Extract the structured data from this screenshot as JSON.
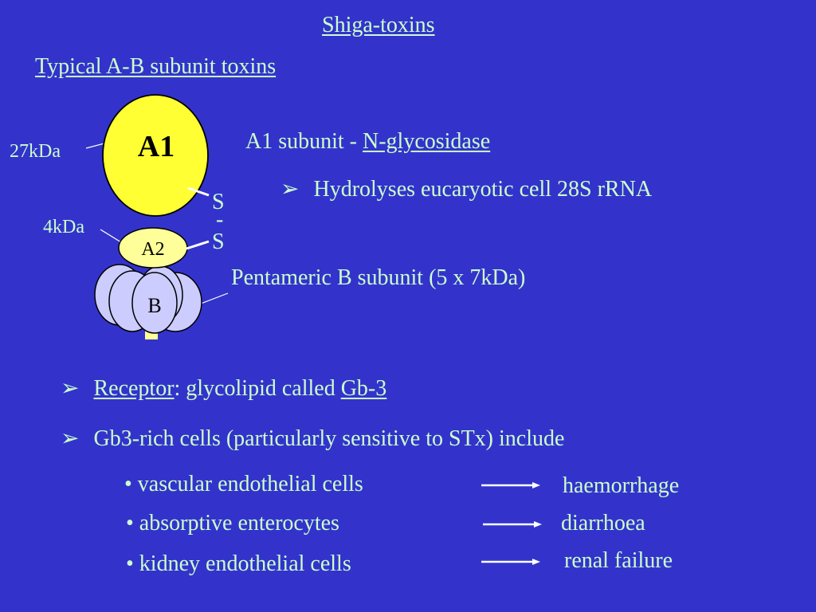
{
  "title": "Shiga-toxins",
  "subtitle": "Typical A-B subunit toxins",
  "diagram": {
    "a1_label": "A1",
    "a1_mass": "27kDa",
    "a2_label": "A2",
    "a2_mass": "4kDa",
    "b_label": "B",
    "s_top": "S",
    "dash": "-",
    "s_bottom": "S"
  },
  "a1_desc": {
    "prefix": "A1 subunit - ",
    "term": "N-glycosidase",
    "bullet": "Hydrolyses eucaryotic cell 28S rRNA"
  },
  "b_desc": "Pentameric B subunit (5 x 7kDa)",
  "receptor": {
    "term": "Receptor",
    "middle": ": glycolipid called ",
    "molecule": "Gb-3"
  },
  "gb3_heading": "Gb3-rich cells (particularly sensitive to STx) include",
  "cells": [
    {
      "cell": "• vascular endothelial cells",
      "effect": "haemorrhage"
    },
    {
      "cell": "• absorptive enterocytes",
      "effect": "diarrhoea"
    },
    {
      "cell": "• kidney endothelial cells",
      "effect": "renal failure"
    }
  ],
  "arrow_bullet": "➢",
  "colors": {
    "background": "#3333cc",
    "text": "#ccffcc",
    "a1_fill": "#ffff33",
    "a2_fill": "#ffff99",
    "b_fill": "#ccccff",
    "stalk": "#ffff99"
  }
}
